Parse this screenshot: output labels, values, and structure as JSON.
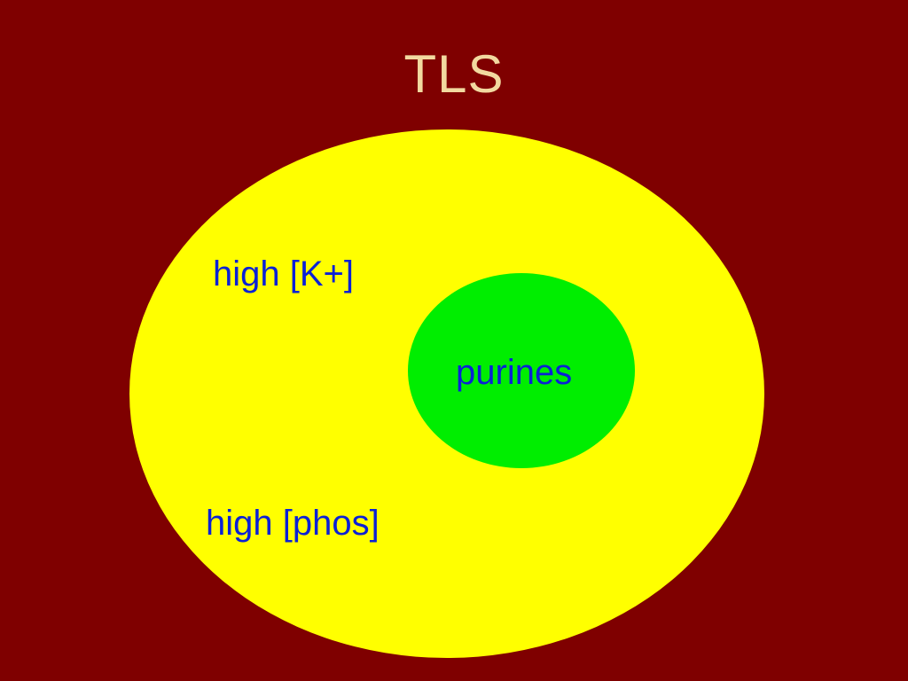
{
  "slide": {
    "title": "TLS"
  },
  "diagram": {
    "outer_region": {
      "label_top": "high [K+]",
      "label_bottom": "high [phos]",
      "fill": "#ffff00"
    },
    "inner_region": {
      "label": "purines",
      "fill": "#00ee00"
    },
    "text_color": "#0b21d6",
    "background": "#7f0000",
    "title_color": "#f2d9a0"
  }
}
